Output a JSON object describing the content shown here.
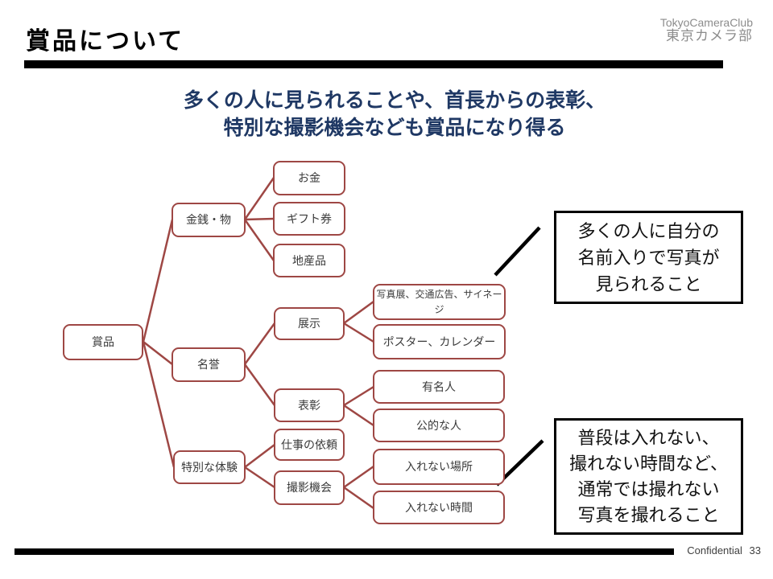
{
  "slide": {
    "title": "賞品について",
    "logo": {
      "en": "TokyoCameraClub",
      "ja": "東京カメラ部"
    },
    "subtitle": {
      "line1": "多くの人に見られることや、首長からの表彰、",
      "line2": "特別な撮影機会なども賞品になり得る"
    },
    "footer": {
      "label": "Confidential",
      "page": "33"
    }
  },
  "colors": {
    "node_border": "#9E4744",
    "connector": "#9E4744",
    "subtitle_text": "#1F3864",
    "annotation_border": "#000000",
    "header_bar": "#000000",
    "footer_bar": "#000000",
    "logo_gray": "#8C8C8C"
  },
  "tree": {
    "nodes": [
      {
        "label": "賞品"
      },
      {
        "label": "金銭・物"
      },
      {
        "label": "名誉"
      },
      {
        "label": "特別な体験"
      },
      {
        "label": "お金"
      },
      {
        "label": "ギフト券"
      },
      {
        "label": "地産品"
      },
      {
        "label": "展示"
      },
      {
        "label": "表彰"
      },
      {
        "label": "仕事の依頼"
      },
      {
        "label": "撮影機会"
      },
      {
        "label": "写真展、交通広告、サイネージ"
      },
      {
        "label": "ポスター、カレンダー"
      },
      {
        "label": "有名人"
      },
      {
        "label": "公的な人"
      },
      {
        "label": "入れない場所"
      },
      {
        "label": "入れない時間"
      }
    ]
  },
  "annotations": [
    {
      "lines": [
        "多くの人に自分の",
        "名前入りで写真が",
        "見られること"
      ]
    },
    {
      "lines": [
        "普段は入れない、",
        "撮れない時間など、",
        "通常では撮れない",
        "写真を撮れること"
      ]
    }
  ]
}
